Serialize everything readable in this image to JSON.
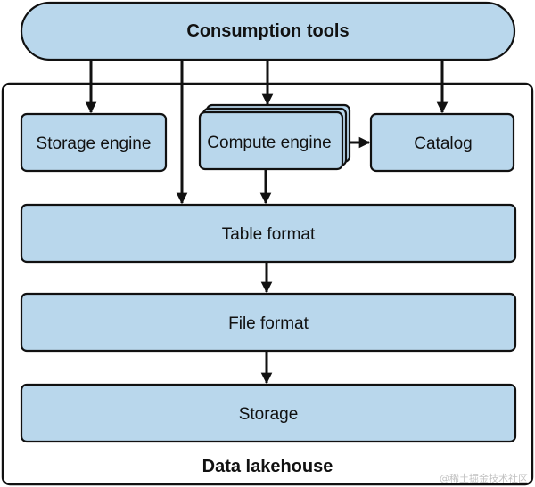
{
  "diagram": {
    "consumption_tools": "Consumption tools",
    "storage_engine": "Storage engine",
    "compute_engine": "Compute engine",
    "catalog": "Catalog",
    "table_format": "Table format",
    "file_format": "File format",
    "storage": "Storage",
    "container_label": "Data lakehouse"
  },
  "watermark": "@稀土掘金技术社区",
  "colors": {
    "box_fill": "#b9d7ec",
    "stroke": "#111111",
    "background": "#ffffff"
  }
}
